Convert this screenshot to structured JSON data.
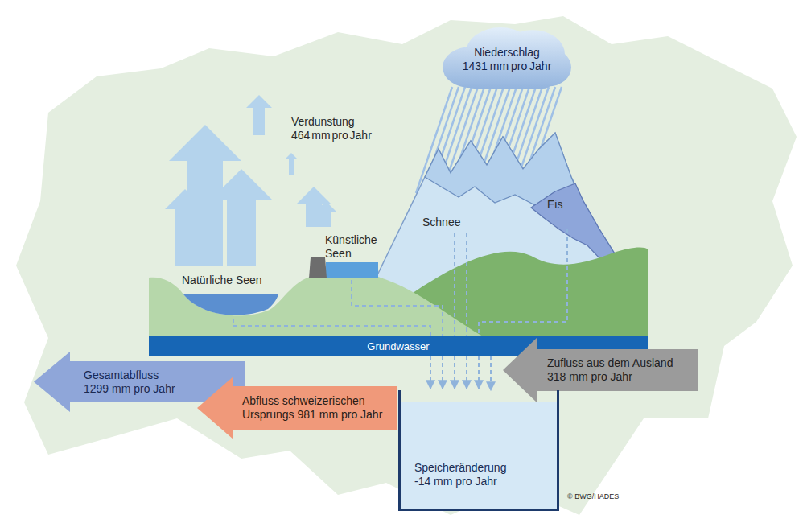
{
  "diagram": {
    "nodes": [
      {
        "text": [
          "Niederschlag 1431 mm pro Jahr"
        ]
      },
      {
        "text": [
          "Grundwasser"
        ]
      },
      {
        "text": [
          "Gesamtabfluss 1299 mm pro Jahr"
        ]
      },
      {
        "text": [
          "Zufluss aus dem Ausland 318 mm pro Jahr"
        ]
      },
      {
        "text": [
          "Abfluss schweizerischen Ursprungs 981 mm pro Jahr"
        ]
      },
      {
        "text": [
          "Speicheränderung -14 mm pro Jahr"
        ]
      }
    ],
    "edges": [
      {
        "from": 1,
        "to": 5,
        "arrow": "to"
      }
    ],
    "labels": [
      "Verdunstung 464 mm pro Jahr",
      "Künstliche Seen",
      "Natürliche Seen",
      "Schnee",
      "Eis",
      "© BWG/HADES"
    ]
  }
}
